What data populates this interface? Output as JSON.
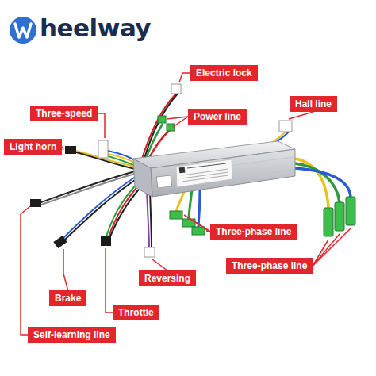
{
  "diagram": {
    "nodes": [
      {
        "text": [
          "Electric lock"
        ]
      },
      {
        "text": [
          "Hall line"
        ]
      },
      {
        "text": [
          "Three-speed"
        ]
      },
      {
        "text": [
          "Power line"
        ]
      },
      {
        "text": [
          "Light horn"
        ]
      },
      {
        "text": [
          "Three-phase line"
        ]
      },
      {
        "text": [
          "Three-phase line"
        ]
      },
      {
        "text": [
          "Reversing"
        ]
      },
      {
        "text": [
          "Brake"
        ]
      },
      {
        "text": [
          "Throttle"
        ]
      },
      {
        "text": [
          "Self-learning line"
        ]
      }
    ],
    "edges": [],
    "labels": [
      "heelway"
    ]
  }
}
